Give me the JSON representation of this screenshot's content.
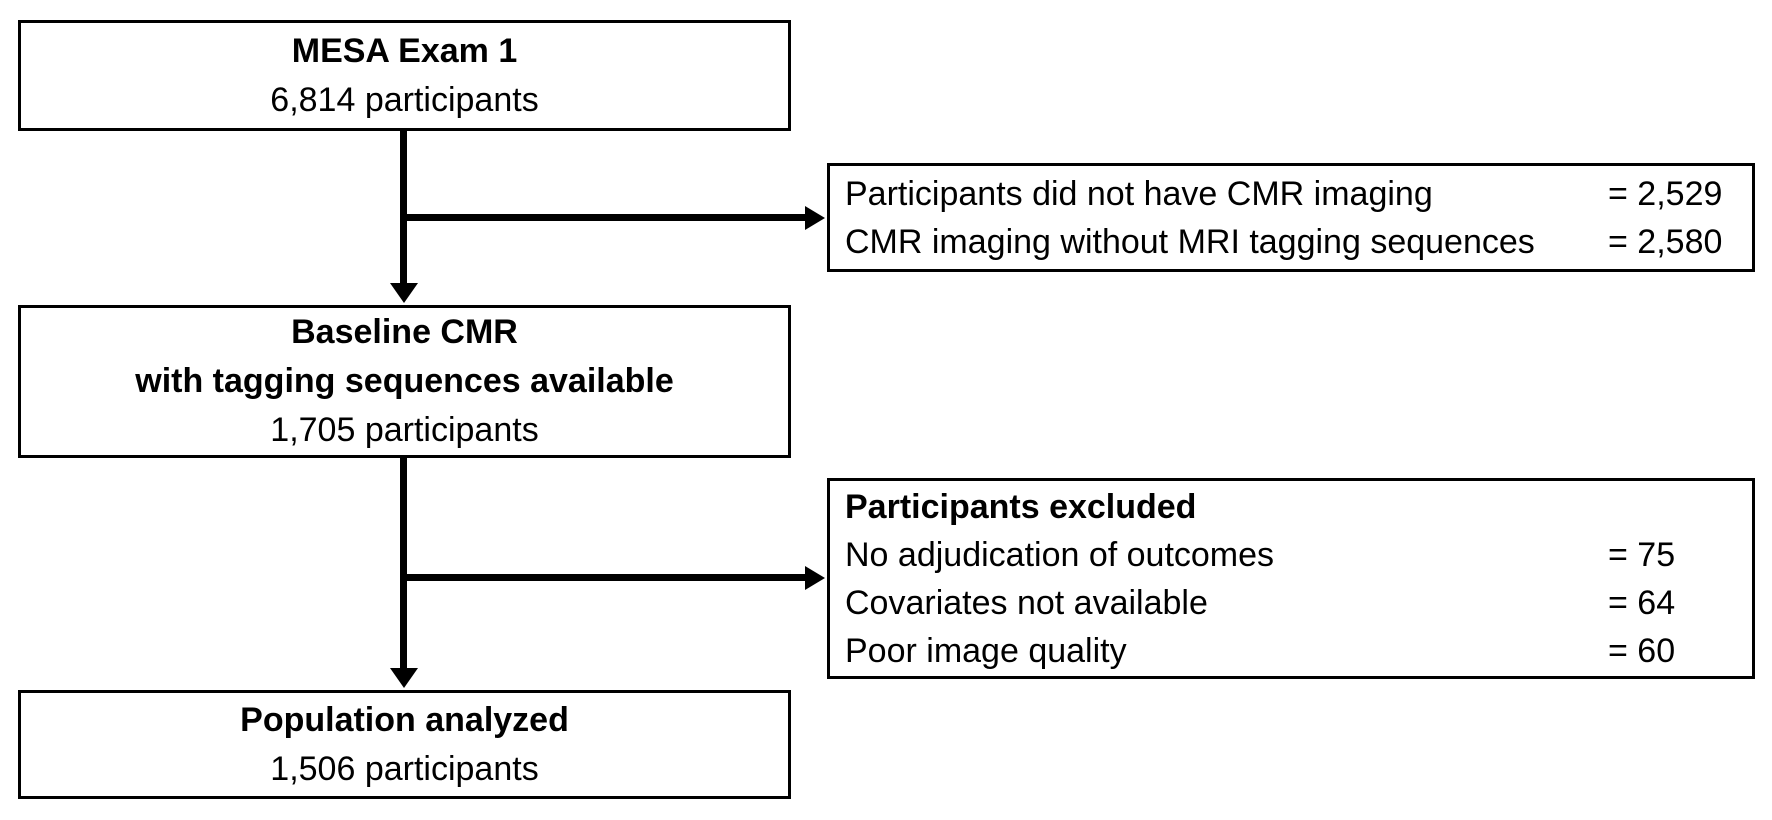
{
  "diagram": {
    "type": "flowchart",
    "boxes": {
      "mesa_exam": {
        "title": "MESA Exam 1",
        "count": "6,814 participants"
      },
      "cmr_exclusions": {
        "rows": [
          {
            "label": "Participants did not have CMR imaging",
            "value": "= 2,529"
          },
          {
            "label": "CMR imaging without MRI tagging sequences",
            "value": "= 2,580"
          }
        ]
      },
      "baseline_cmr": {
        "title_line1": "Baseline CMR",
        "title_line2": "with tagging sequences available",
        "count": "1,705 participants"
      },
      "participants_excluded": {
        "title": "Participants excluded",
        "rows": [
          {
            "label": "No adjudication of outcomes",
            "value": "= 75"
          },
          {
            "label": "Covariates not available",
            "value": "= 64"
          },
          {
            "label": "Poor image quality",
            "value": "= 60"
          }
        ]
      },
      "population_analyzed": {
        "title": "Population analyzed",
        "count": "1,506 participants"
      }
    },
    "colors": {
      "line": "#000000",
      "text": "#000000",
      "background": "#ffffff"
    }
  }
}
